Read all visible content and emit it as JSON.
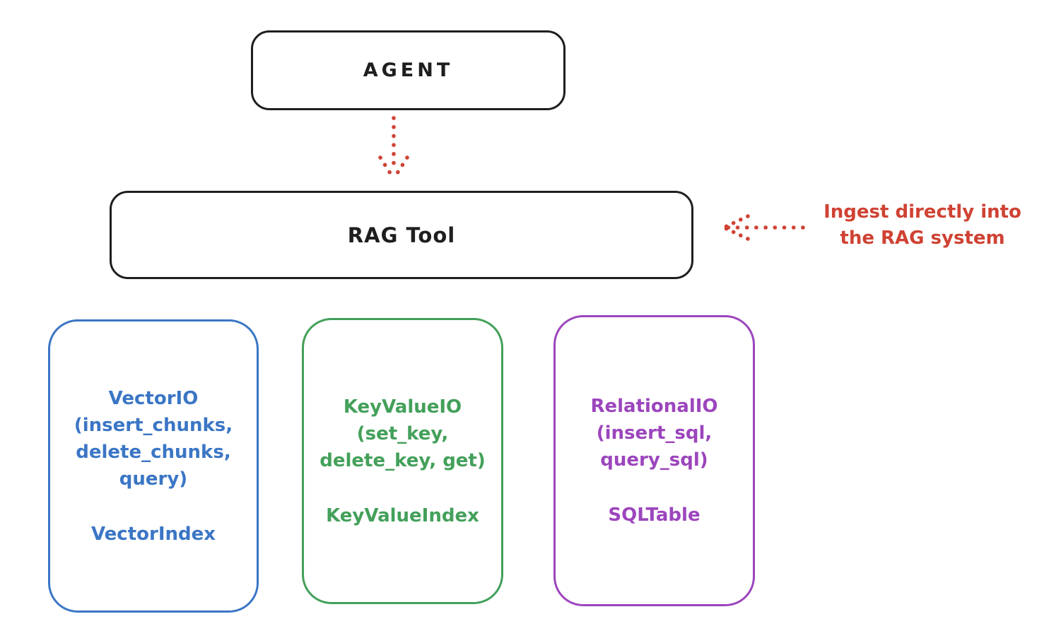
{
  "diagram": {
    "agent": {
      "label": "AGENT"
    },
    "rag_tool": {
      "label": "RAG Tool"
    },
    "annotation": {
      "line1": "Ingest directly into",
      "line2": "the RAG system"
    },
    "backends": [
      {
        "name": "VectorIO",
        "lines": [
          "VectorIO",
          "(insert_chunks,",
          "delete_chunks,",
          "query)"
        ],
        "index_label": "VectorIndex",
        "color": "#3b76c5"
      },
      {
        "name": "KeyValueIO",
        "lines": [
          "KeyValueIO",
          "(set_key,",
          "delete_key, get)"
        ],
        "index_label": "KeyValueIndex",
        "color": "#43a05a"
      },
      {
        "name": "RelationalIO",
        "lines": [
          "RelationalIO",
          "(insert_sql,",
          "query_sql)"
        ],
        "index_label": "SQLTable",
        "color": "#9c45bd"
      }
    ],
    "colors": {
      "ink": "#1e1e1e",
      "red": "#cf4233"
    }
  }
}
